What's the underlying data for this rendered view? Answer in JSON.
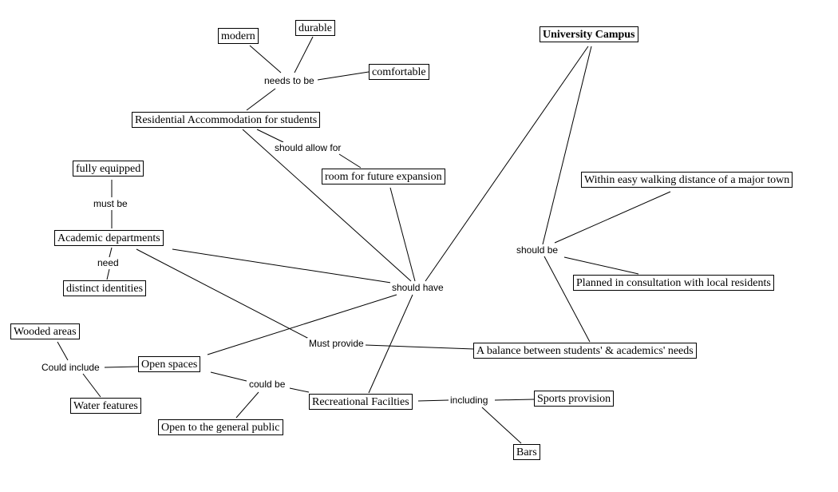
{
  "concepts": {
    "modern": "modern",
    "durable": "durable",
    "comfortable": "comfortable",
    "university_campus": "University Campus",
    "residential": "Residential Accommodation for students",
    "room_expansion": "room for future expansion",
    "fully_equipped": "fully equipped",
    "walking_distance": "Within easy walking distance of a major town",
    "academic": "Academic departments",
    "distinct": "distinct identities",
    "planned": "Planned in consultation with local residents",
    "wooded": "Wooded areas",
    "open_spaces": "Open spaces",
    "balance": "A balance between students' & academics' needs",
    "water": "Water features",
    "recreational": "Recreational Facilties",
    "sports": "Sports provision",
    "public": "Open to the general public",
    "bars": "Bars"
  },
  "links": {
    "needs_to_be": "needs to be",
    "should_allow_for": "should allow for",
    "must_be": "must be",
    "need": "need",
    "should_have": "should have",
    "should_be": "should be",
    "must_provide": "Must provide",
    "could_include": "Could include",
    "could_be": "could be",
    "including": "including"
  }
}
